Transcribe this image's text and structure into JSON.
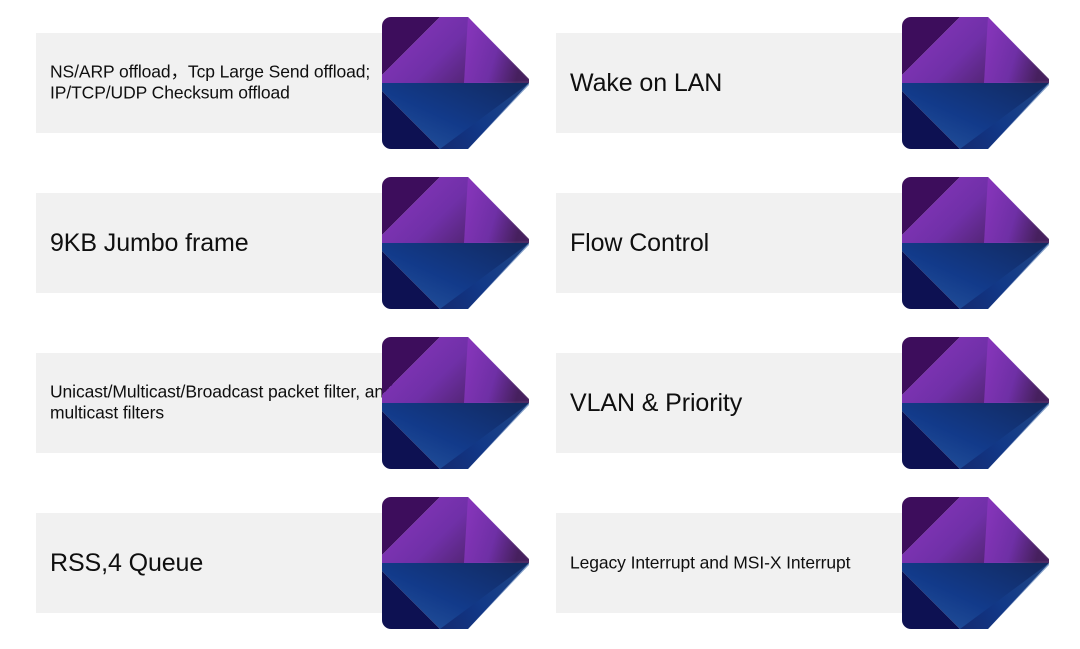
{
  "slide": {
    "background_color": "#ffffff",
    "plate_color": "#f1f1f1",
    "text_color": "#0f0f0f",
    "chevron_colors": {
      "purple_light": "#8B36BE",
      "purple": "#7030A8",
      "purple_dark_tip": "#46205E",
      "purple_shadow": "#3D0D5C",
      "blue": "#123A8A",
      "blue_light": "#27569E",
      "blue_dark_tip": "#122B63",
      "blue_shadow": "#0D1152"
    }
  },
  "items": [
    {
      "id": "offload-features",
      "column": "left",
      "row": 1,
      "label": "NS/ARP offload，Tcp Large Send offload; IP/TCP/UDP Checksum offload",
      "size": "small"
    },
    {
      "id": "wake-on-lan",
      "column": "right",
      "row": 1,
      "label": "Wake on LAN",
      "size": "large"
    },
    {
      "id": "jumbo-frame",
      "column": "left",
      "row": 2,
      "label": "9KB Jumbo frame",
      "size": "large"
    },
    {
      "id": "flow-control",
      "column": "right",
      "row": 2,
      "label": "Flow Control",
      "size": "large"
    },
    {
      "id": "packet-filters",
      "column": "left",
      "row": 3,
      "label": "Unicast/Multicast/Broadcast packet filter, and multicast filters",
      "size": "small"
    },
    {
      "id": "vlan-priority",
      "column": "right",
      "row": 3,
      "label": "VLAN & Priority",
      "size": "large"
    },
    {
      "id": "rss-queue",
      "column": "left",
      "row": 4,
      "label": "RSS,4 Queue",
      "size": "large"
    },
    {
      "id": "interrupts",
      "column": "right",
      "row": 4,
      "label": "Legacy Interrupt and MSI-X Interrupt",
      "size": "small"
    }
  ]
}
